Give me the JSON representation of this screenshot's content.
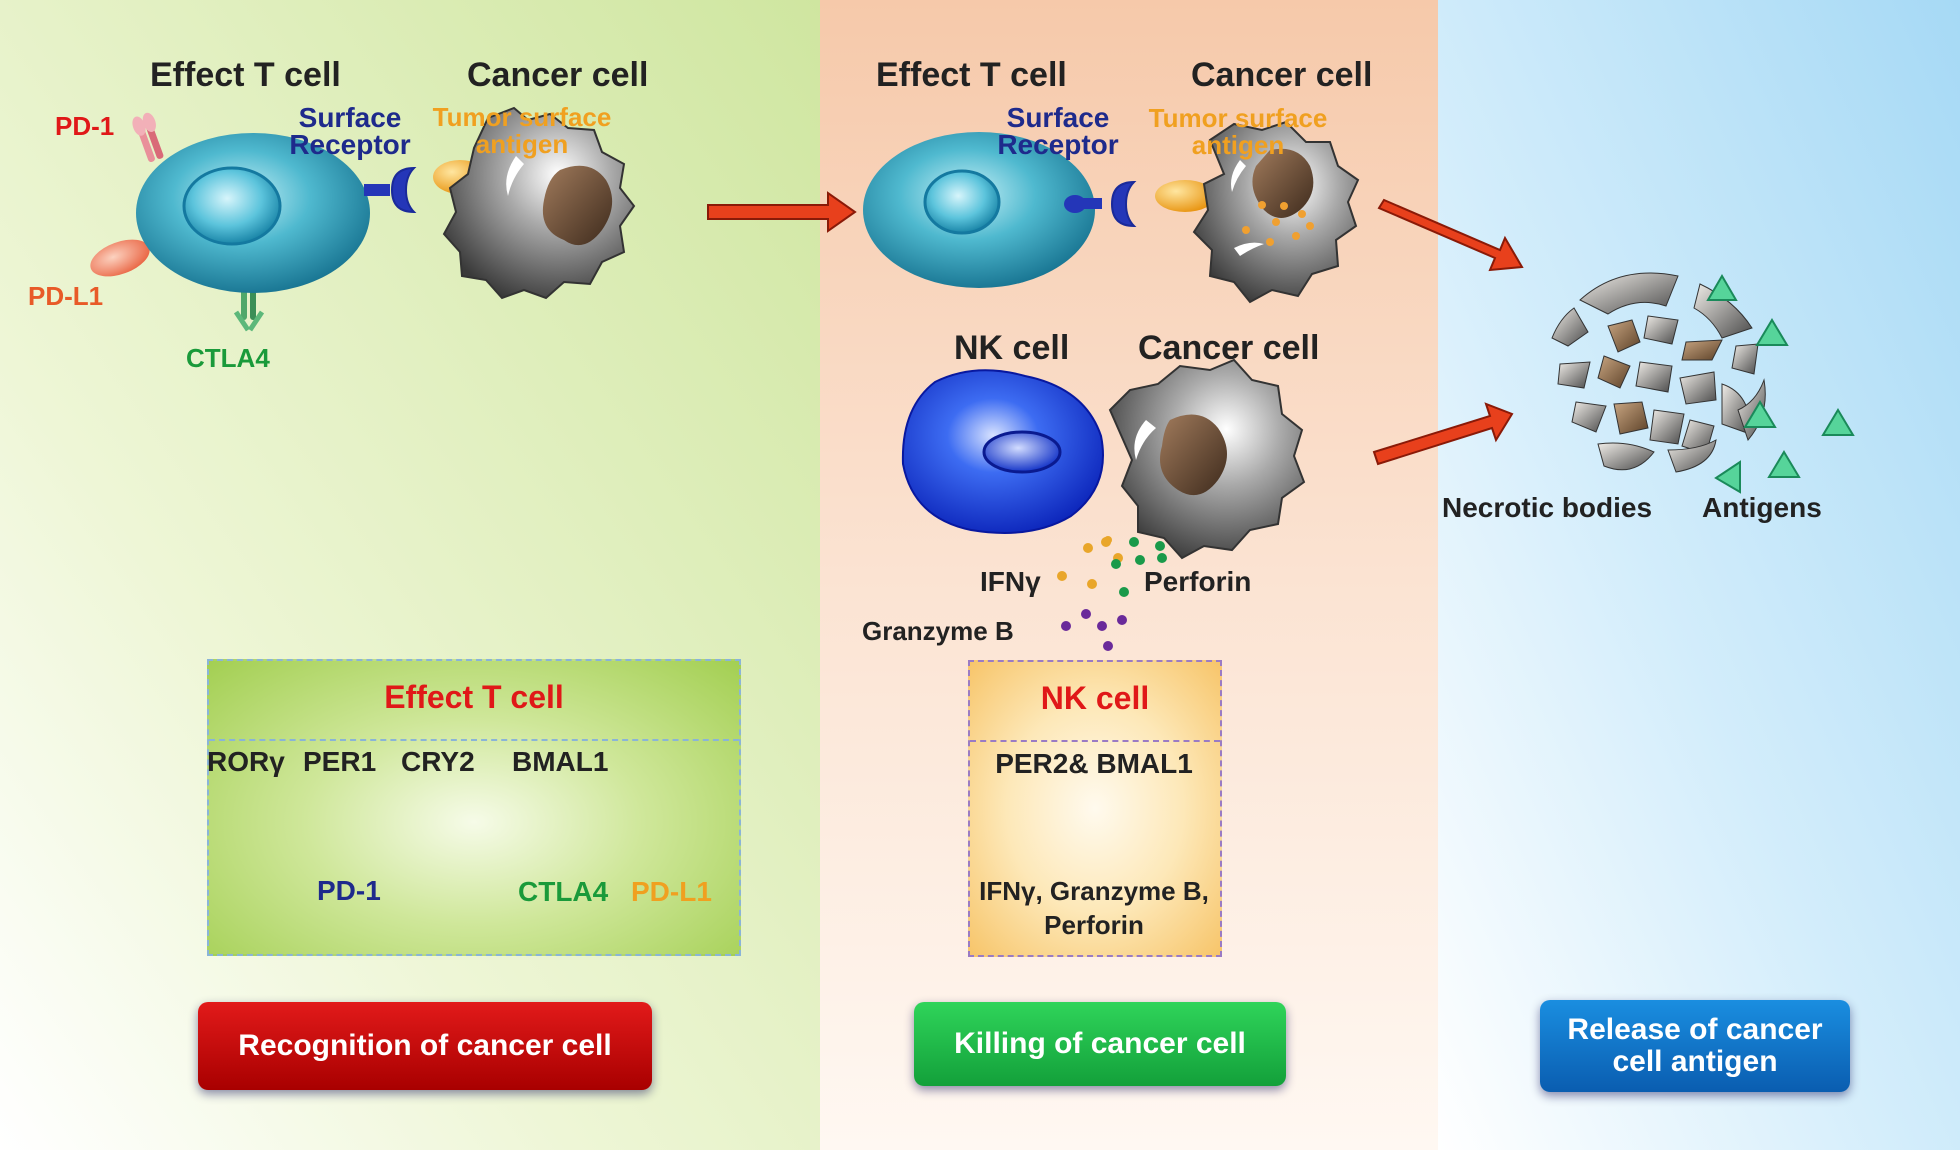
{
  "panel1": {
    "tcell_title": "Effect T cell",
    "cancer_title": "Cancer cell",
    "pd1": "PD-1",
    "pdl1": "PD-L1",
    "ctla4": "CTLA4",
    "surface_receptor_line1": "Surface",
    "surface_receptor_line2": "Receptor",
    "tumor_antigen_line1": "Tumor surface",
    "tumor_antigen_line2": "antigen",
    "box": {
      "title": "Effect T cell",
      "genes": [
        "RORγ",
        "PER1",
        "CRY2",
        "BMAL1"
      ],
      "targets": [
        "PD-1",
        "CTLA4",
        "PD-L1"
      ]
    },
    "button": "Recognition of cancer cell"
  },
  "panel2": {
    "tcell_title": "Effect T cell",
    "cancer_title": "Cancer cell",
    "surface_receptor_line1": "Surface",
    "surface_receptor_line2": "Receptor",
    "tumor_antigen_line1": "Tumor surface",
    "tumor_antigen_line2": "antigen",
    "nk_title": "NK cell",
    "nk_cancer_title": "Cancer cell",
    "ifng": "IFNγ",
    "perforin": "Perforin",
    "granzyme": "Granzyme B",
    "box": {
      "title": "NK cell",
      "genes": "PER2& BMAL1",
      "targets_line1": "IFNγ, Granzyme B,",
      "targets_line2": "Perforin"
    },
    "button": "Killing of cancer cell"
  },
  "panel3": {
    "necrotic": "Necrotic bodies",
    "antigens": "Antigens",
    "button_line1": "Release of cancer",
    "button_line2": "cell antigen"
  },
  "colors": {
    "tcell": "#1f8fb0",
    "nkcell": "#1040e0",
    "cancer": "#6e6e6e",
    "arrow": "#e8401c",
    "red_text": "#e01818",
    "green_text": "#1a9a3a",
    "navy_text": "#1e2a8c",
    "orange_text": "#f0a020"
  }
}
